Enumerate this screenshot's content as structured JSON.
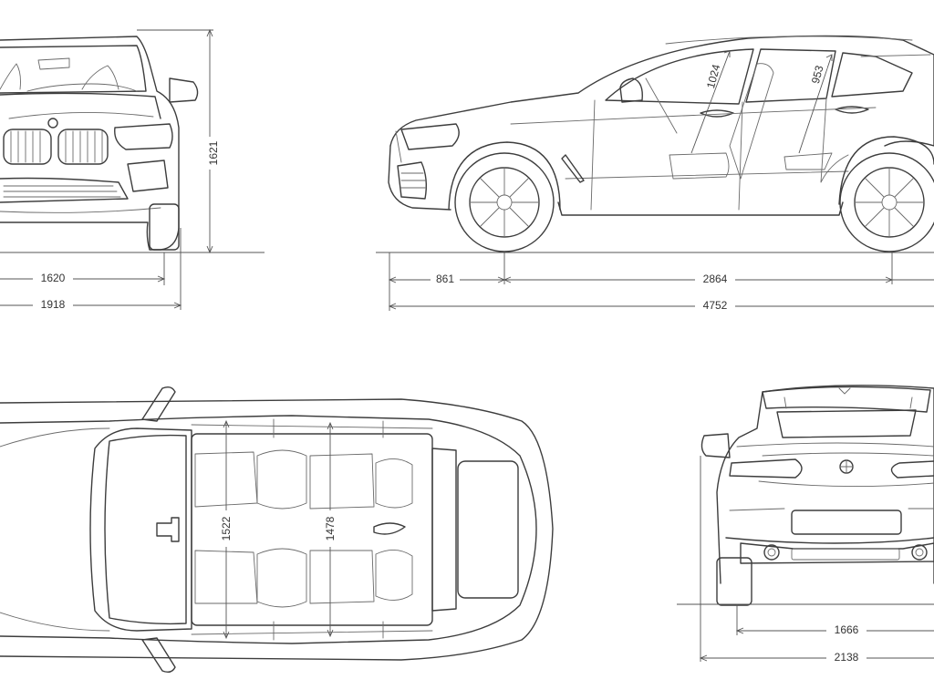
{
  "dimensions": {
    "front_height": "1621",
    "front_track": "1620",
    "front_width": "1918",
    "front_overhang": "861",
    "wheelbase": "2864",
    "overall_length": "4752",
    "front_headroom": "1024",
    "rear_headroom": "953",
    "front_shoulder_width": "1522",
    "rear_shoulder_width": "1478",
    "rear_track": "1666",
    "rear_width": "2138"
  },
  "colors": {
    "line": "#3d3d3d",
    "background": "#ffffff"
  },
  "icons": [
    "bmw-roundel-icon"
  ]
}
